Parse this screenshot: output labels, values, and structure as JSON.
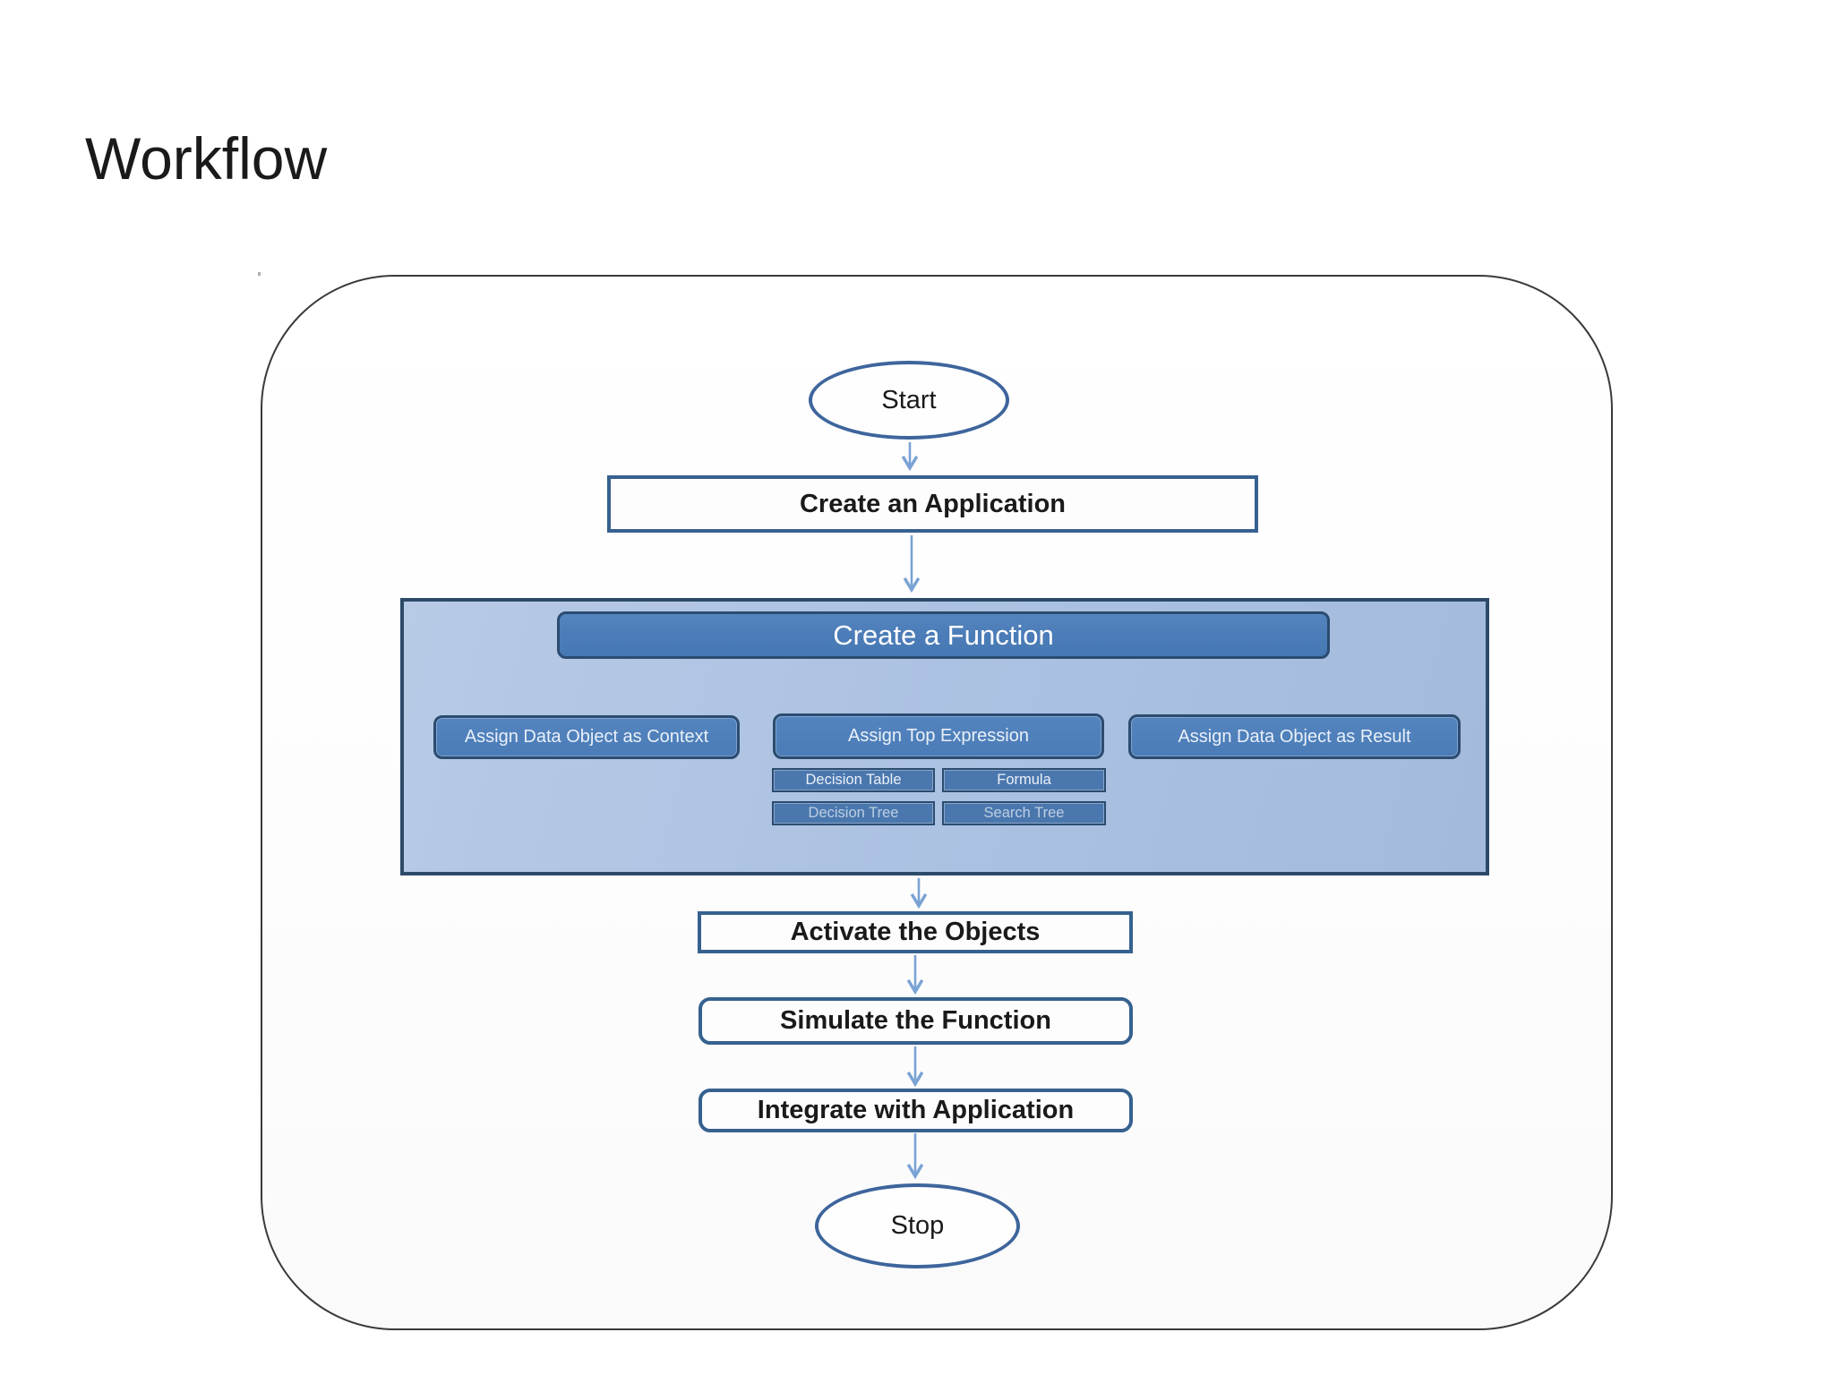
{
  "slide": {
    "title": "Workflow"
  },
  "flowchart": {
    "start": "Start",
    "create_application": "Create an Application",
    "create_function": "Create a Function",
    "assign_context": "Assign Data Object as Context",
    "assign_top_expression": "Assign Top Expression",
    "assign_result": "Assign Data Object as Result",
    "expression_types": {
      "decision_table": "Decision Table",
      "formula": "Formula",
      "decision_tree": "Decision Tree",
      "search_tree": "Search Tree"
    },
    "activate_objects": "Activate the Objects",
    "simulate_function": "Simulate the Function",
    "integrate_application": "Integrate with Application",
    "stop": "Stop"
  },
  "colors": {
    "outer_border": "#3a3a3a",
    "container_fill": "#adc3e1",
    "container_border": "#2d4a69",
    "node_fill": "#4c7db8",
    "node_border": "#2b4c70",
    "mini_fill": "#4a77ad",
    "white_box_border": "#36618f",
    "ellipse_border": "#3e659c",
    "arrow": "#7aa3d4",
    "text_dark": "#1a1a1a",
    "text_light": "#e9f0f9"
  }
}
